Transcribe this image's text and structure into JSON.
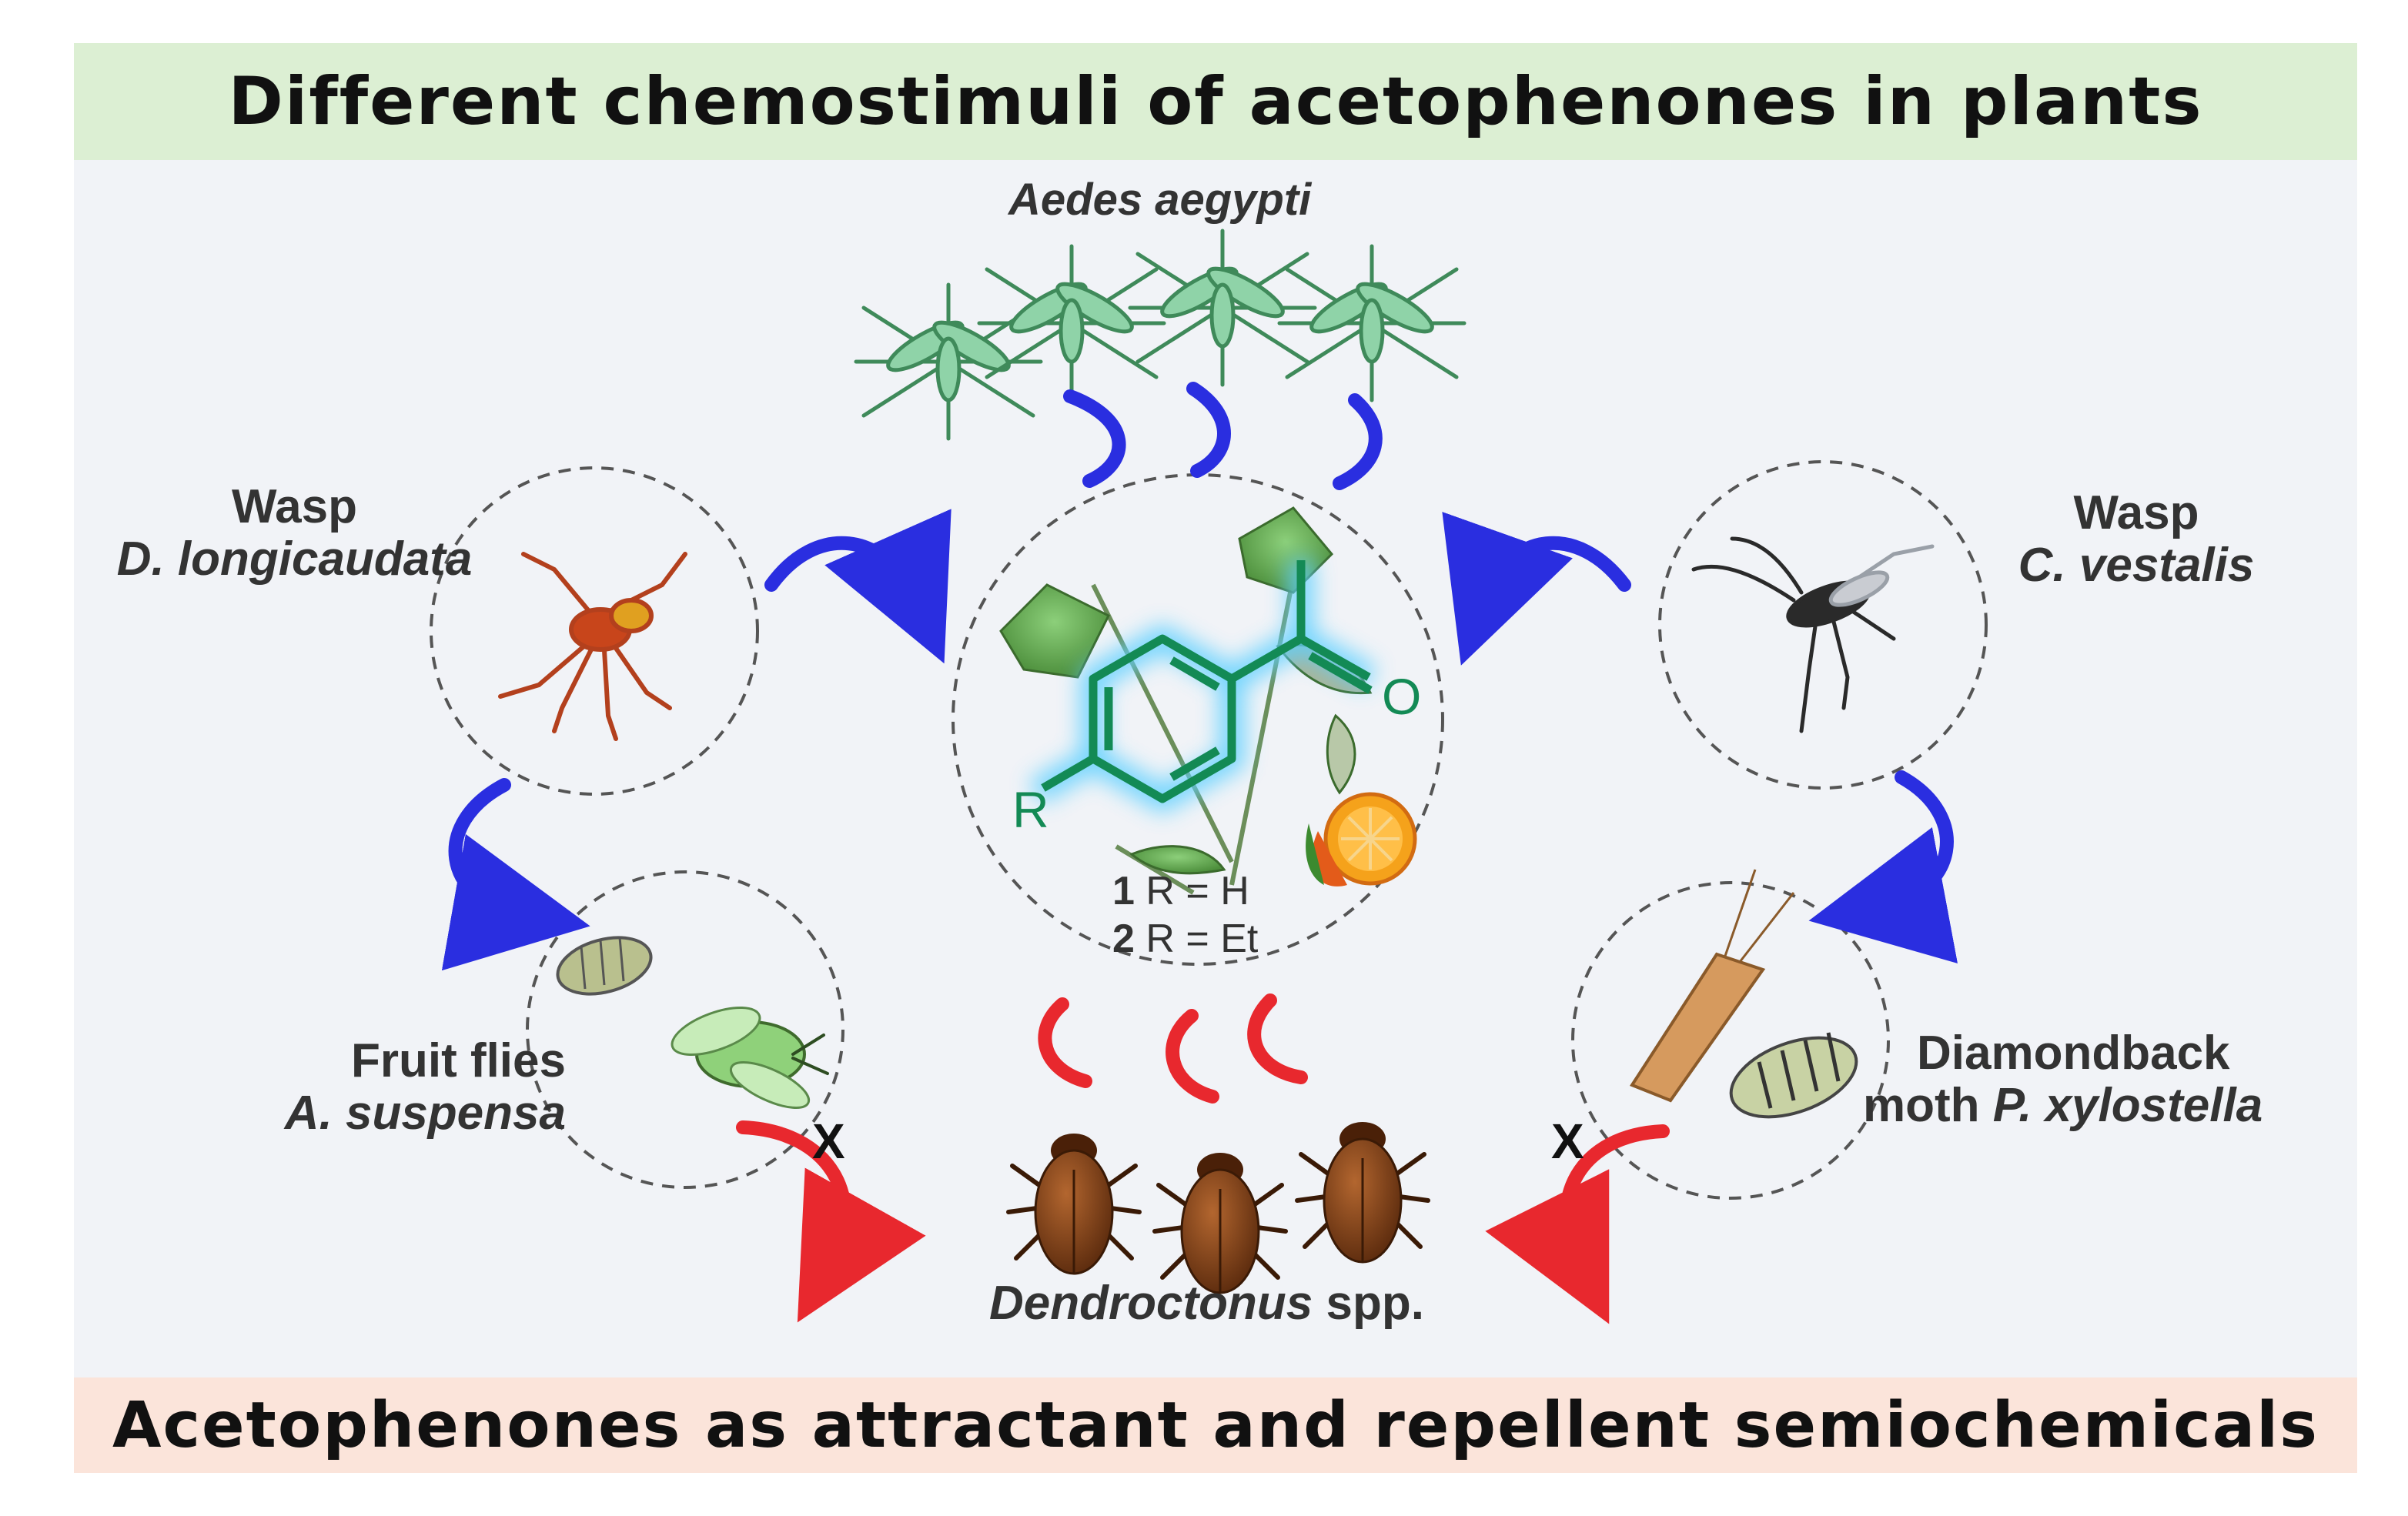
{
  "header": {
    "title": "Different chemostimuli of acetophenones in plants"
  },
  "footer": {
    "title": "Acetophenones as attractant and repellent semiochemicals"
  },
  "labels": {
    "top_species": "Aedes aegypti",
    "left_wasp_common": "Wasp",
    "left_wasp_species": "D. longicaudata",
    "right_wasp_common": "Wasp",
    "right_wasp_species": "C. vestalis",
    "fruit_flies_common": "Fruit flies",
    "fruit_flies_species": "A. suspensa",
    "moth_common": "Diamondback",
    "moth_prefix": "moth",
    "moth_species": "P. xylostella",
    "beetle_genus": "Dendroctonus",
    "beetle_suffix": "spp."
  },
  "molecule": {
    "substituent": "R",
    "oxygen": "O",
    "compound_1_number": "1",
    "compound_1_text": "R = H",
    "compound_2_number": "2",
    "compound_2_text": "R = Et"
  },
  "marks": {
    "blocked": "X"
  },
  "colors": {
    "attract_arrow": "#2a2ee0",
    "repel_arrow": "#e8282e",
    "mosquito_arrow": "#2a2ee0",
    "molecule": "#138a55",
    "molecule_glow": "#5fd0ff",
    "top_banner": "#dcefd3",
    "bottom_banner": "#fbe4da",
    "panel": "#f1f3f7"
  }
}
